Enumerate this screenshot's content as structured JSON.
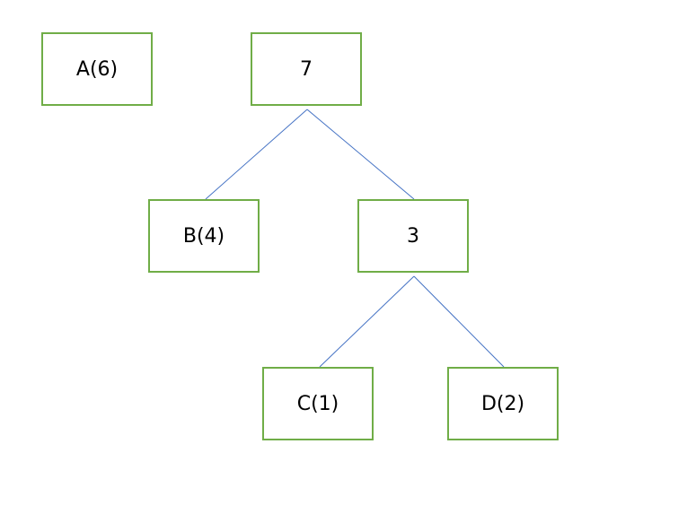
{
  "colors": {
    "node_border": "#70ad47",
    "edge": "#4472c4",
    "text": "#000000",
    "background": "#ffffff"
  },
  "nodes": {
    "a": "A(6)",
    "root": "7",
    "b": "B(4)",
    "inner": "3",
    "c": "C(1)",
    "d": "D(2)"
  },
  "edges": [
    {
      "from": "root",
      "to": "b"
    },
    {
      "from": "root",
      "to": "inner"
    },
    {
      "from": "inner",
      "to": "c"
    },
    {
      "from": "inner",
      "to": "d"
    }
  ]
}
